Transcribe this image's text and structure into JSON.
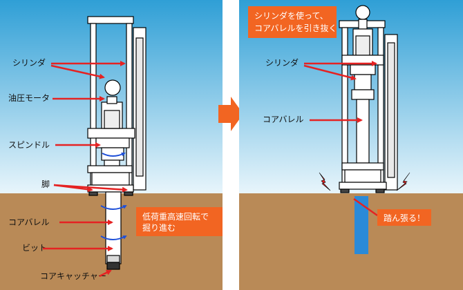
{
  "colors": {
    "sky_top": "#2f9fd6",
    "sky_bottom": "#e8f5fb",
    "ground": "#b98a57",
    "frame": "#ffffff",
    "outline": "#000000",
    "arrow": "#e52222",
    "callout": "#f26522",
    "rotation": "#1d4fd8",
    "water": "#2a8ad8",
    "divider_arrow": "#f26522"
  },
  "left_panel": {
    "labels": {
      "cylinder": "シリンダ",
      "hydraulic_motor": "油圧モータ",
      "spindle": "スピンドル",
      "legs": "脚",
      "core_barrel": "コアバレル",
      "bit": "ビット",
      "core_catcher": "コアキャッチャー"
    },
    "callout": {
      "line1": "低荷重高速回転で",
      "line2": "掘り進む"
    }
  },
  "right_panel": {
    "labels": {
      "cylinder": "シリンダ",
      "core_barrel": "コアバレル"
    },
    "callout_top": {
      "line1": "シリンダを使って、",
      "line2": "コアバレルを引き抜く"
    },
    "callout_bottom": {
      "text": "踏ん張る！"
    }
  },
  "icons": {
    "transition": "right-chevron-arrow-icon"
  }
}
